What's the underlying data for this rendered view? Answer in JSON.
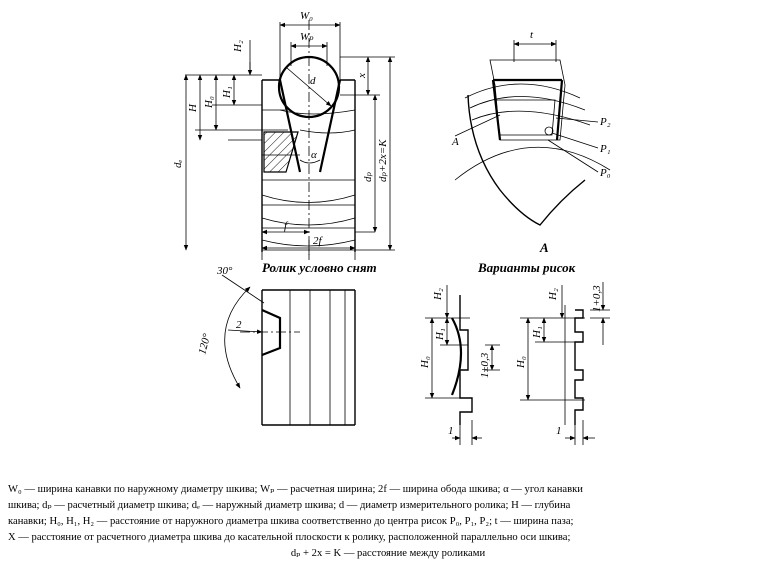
{
  "labels": {
    "W0": "W₀",
    "Wp": "Wₚ",
    "H2": "H₂",
    "H": "H",
    "H0": "H₀",
    "H1": "H₁",
    "d": "d",
    "x": "x",
    "de": "dₑ",
    "dp": "dₚ",
    "dpK": "dₚ+2x=K",
    "alpha": "α",
    "f": "f",
    "twof": "2f",
    "t": "t",
    "A": "A",
    "P2": "P₂",
    "P1": "P₁",
    "P0": "P₀",
    "deg30": "30°",
    "deg120": "120°",
    "two": "2",
    "one": "1",
    "tol03": "1±0,3",
    "tol03b": "1+0,3"
  },
  "captions": {
    "roller": "Ролик условно снят",
    "variants": "Варианты рисок"
  },
  "legend": {
    "line1": "W₀ — ширина канавки по наружному диаметру шкива; Wₚ — расчетная ширина; 2f — ширина обода шкива; α — угол канавки",
    "line2": "шкива; dₚ — расчетный диаметр шкива; dₑ — наружный диаметр шкива; d — диаметр измерительного ролика; H — глубина",
    "line3": "канавки; H₀, H₁, H₂ — расстояние от наружного диаметра шкива соответственно до центра рисок P₀, P₁, P₂; t — ширина паза;",
    "line4": "X — расстояние от расчетного диаметра шкива до касательной плоскости к ролику, расположенной параллельно оси шкива;",
    "line5": "dₚ + 2x = K — расстояние между роликами"
  }
}
